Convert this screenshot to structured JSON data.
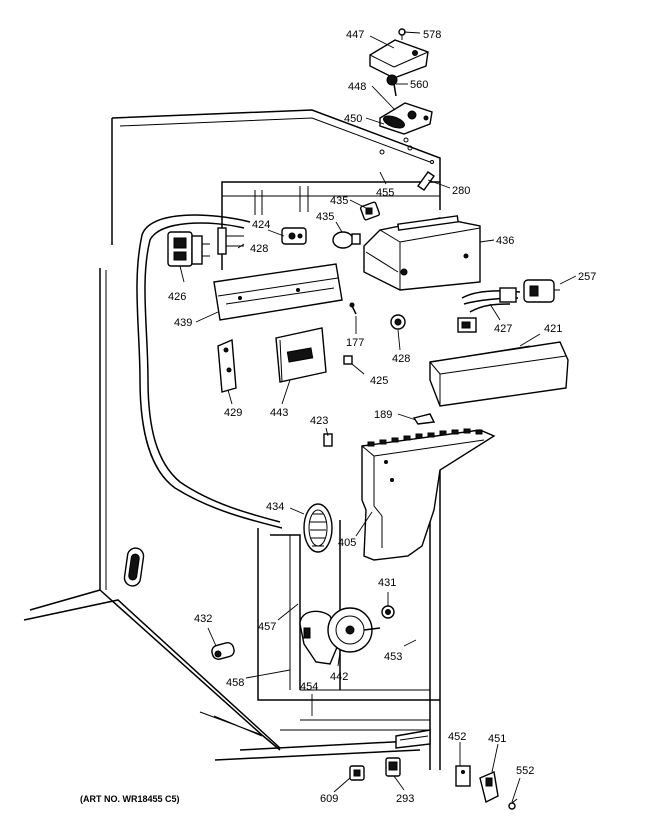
{
  "art_number": "(ART NO. WR18455 C5)",
  "callouts": {
    "c578": "578",
    "c447": "447",
    "c448": "448",
    "c560": "560",
    "c450": "450",
    "c455": "455",
    "c280": "280",
    "c435a": "435",
    "c435b": "435",
    "c436": "436",
    "c424": "424",
    "c428a": "428",
    "c426": "426",
    "c439": "439",
    "c177": "177",
    "c428b": "428",
    "c257": "257",
    "c427": "427",
    "c421": "421",
    "c425": "425",
    "c429": "429",
    "c443": "443",
    "c423": "423",
    "c189": "189",
    "c434": "434",
    "c405": "405",
    "c431": "431",
    "c432": "432",
    "c457": "457",
    "c453": "453",
    "c442": "442",
    "c458": "458",
    "c454": "454",
    "c452": "452",
    "c451": "451",
    "c552": "552",
    "c609": "609",
    "c293": "293"
  }
}
